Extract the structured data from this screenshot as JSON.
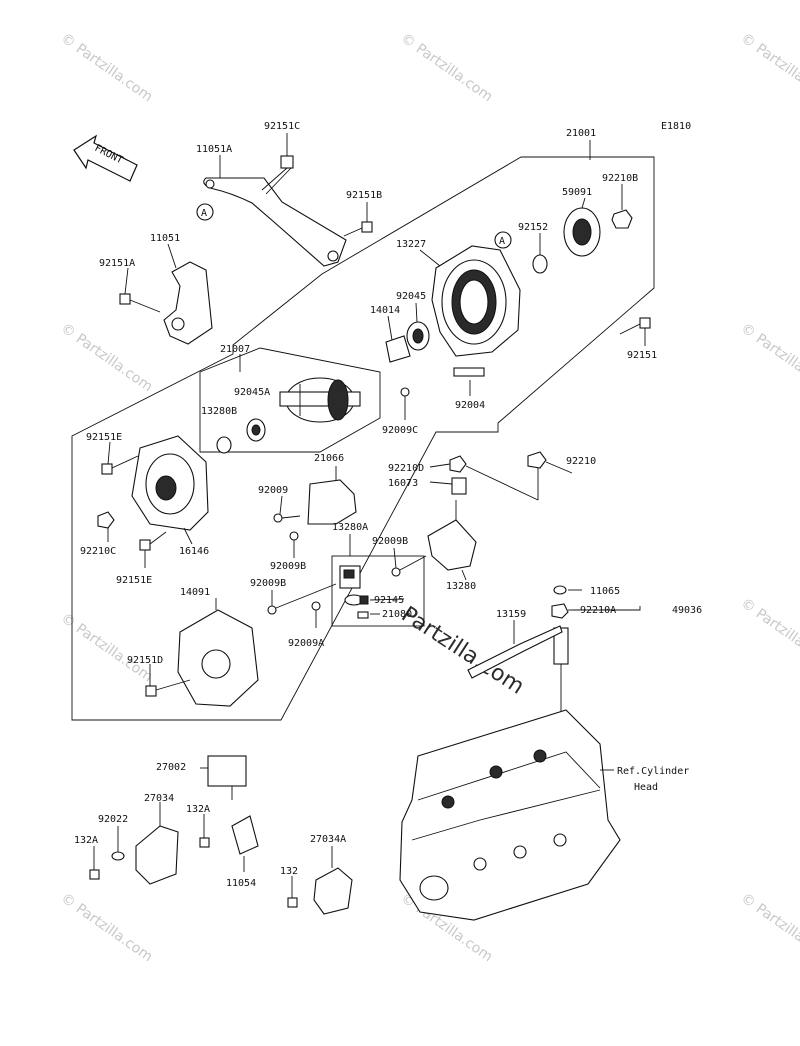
{
  "diagram": {
    "code": "E1810",
    "front_label": "FRONT",
    "reference_letter": "A",
    "watermark_small": "© Partzilla.com",
    "watermark_large": "Partzilla.com",
    "part_numbers": {
      "p92151C": "92151C",
      "p11051A": "11051A",
      "p21001": "21001",
      "p92151B": "92151B",
      "p59091": "59091",
      "p92210B": "92210B",
      "p11051": "11051",
      "p13227": "13227",
      "p92152": "92152",
      "p92151A": "92151A",
      "p92045": "92045",
      "p14014": "14014",
      "p92151": "92151",
      "p21007": "21007",
      "p92045A": "92045A",
      "p13280B": "13280B",
      "p92004": "92004",
      "p92009C": "92009C",
      "p92151E_top": "92151E",
      "p21066": "21066",
      "p92210D": "92210D",
      "p92210": "92210",
      "p16073": "16073",
      "p92009": "92009",
      "p13280A": "13280A",
      "p92009B_right": "92009B",
      "p92009B_mid": "92009B",
      "p92210C": "92210C",
      "p16146": "16146",
      "p92151E_bot": "92151E",
      "p92009B_left": "92009B",
      "p13280": "13280",
      "p14091": "14091",
      "p92145": "92145",
      "p21080": "21080",
      "p92009A": "92009A",
      "p11065": "11065",
      "p92210A": "92210A",
      "p49036": "49036",
      "p13159": "13159",
      "p92151D": "92151D",
      "p27002": "27002",
      "p27034": "27034",
      "p92022": "92022",
      "p132A_mid": "132A",
      "p132A_left": "132A",
      "p11054": "11054",
      "p27034A": "27034A",
      "p132": "132"
    },
    "ref_cylinder_line1": "Ref.Cylinder",
    "ref_cylinder_line2": "Head"
  }
}
